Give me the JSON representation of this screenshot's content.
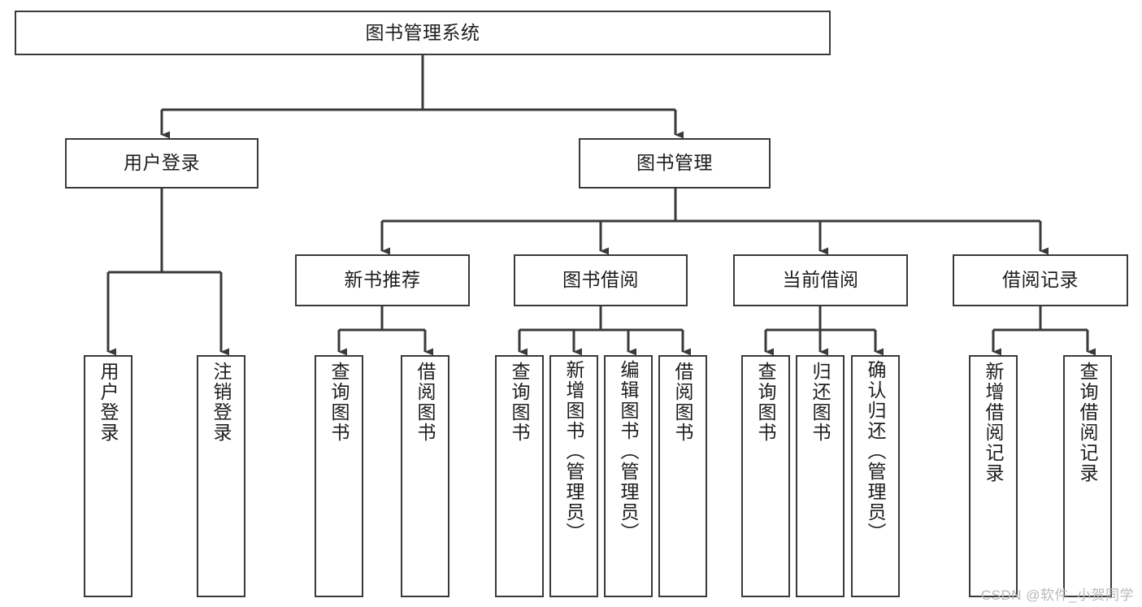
{
  "diagram": {
    "title": "图书管理系统",
    "type": "tree-hierarchy",
    "root": {
      "label": "图书管理系统"
    },
    "level2": [
      {
        "id": "user-login",
        "label": "用户登录"
      },
      {
        "id": "book-management",
        "label": "图书管理"
      }
    ],
    "level3": [
      {
        "id": "new-book-recommend",
        "label": "新书推荐",
        "parent": "book-management"
      },
      {
        "id": "book-borrow",
        "label": "图书借阅",
        "parent": "book-management"
      },
      {
        "id": "current-borrow",
        "label": "当前借阅",
        "parent": "book-management"
      },
      {
        "id": "borrow-record",
        "label": "借阅记录",
        "parent": "book-management"
      }
    ],
    "leaves": [
      {
        "id": "leaf-user-login",
        "label": "用户登录",
        "parent": "user-login"
      },
      {
        "id": "leaf-user-logout",
        "label": "注销登录",
        "parent": "user-login"
      },
      {
        "id": "leaf-query-book-1",
        "label": "查询图书",
        "parent": "new-book-recommend"
      },
      {
        "id": "leaf-borrow-book-1",
        "label": "借阅图书",
        "parent": "new-book-recommend"
      },
      {
        "id": "leaf-query-book-2",
        "label": "查询图书",
        "parent": "book-borrow"
      },
      {
        "id": "leaf-add-book",
        "label": "新增图书（管理员）",
        "parent": "book-borrow"
      },
      {
        "id": "leaf-edit-book",
        "label": "编辑图书（管理员）",
        "parent": "book-borrow"
      },
      {
        "id": "leaf-borrow-book-2",
        "label": "借阅图书",
        "parent": "book-borrow"
      },
      {
        "id": "leaf-query-book-3",
        "label": "查询图书",
        "parent": "current-borrow"
      },
      {
        "id": "leaf-return-book",
        "label": "归还图书",
        "parent": "current-borrow"
      },
      {
        "id": "leaf-confirm-return",
        "label": "确认归还（管理员）",
        "parent": "current-borrow"
      },
      {
        "id": "leaf-add-record",
        "label": "新增借阅记录",
        "parent": "borrow-record"
      },
      {
        "id": "leaf-query-record",
        "label": "查询借阅记录",
        "parent": "borrow-record"
      }
    ]
  },
  "watermark": {
    "text": "CSDN @软件_小贺同学"
  },
  "colors": {
    "box_border": "#3a3a3a",
    "box_fill": "#ffffff",
    "connector": "#3a3a3a",
    "text": "#1d1d1d",
    "watermark": "#b9b9b9",
    "background": "#ffffff"
  }
}
